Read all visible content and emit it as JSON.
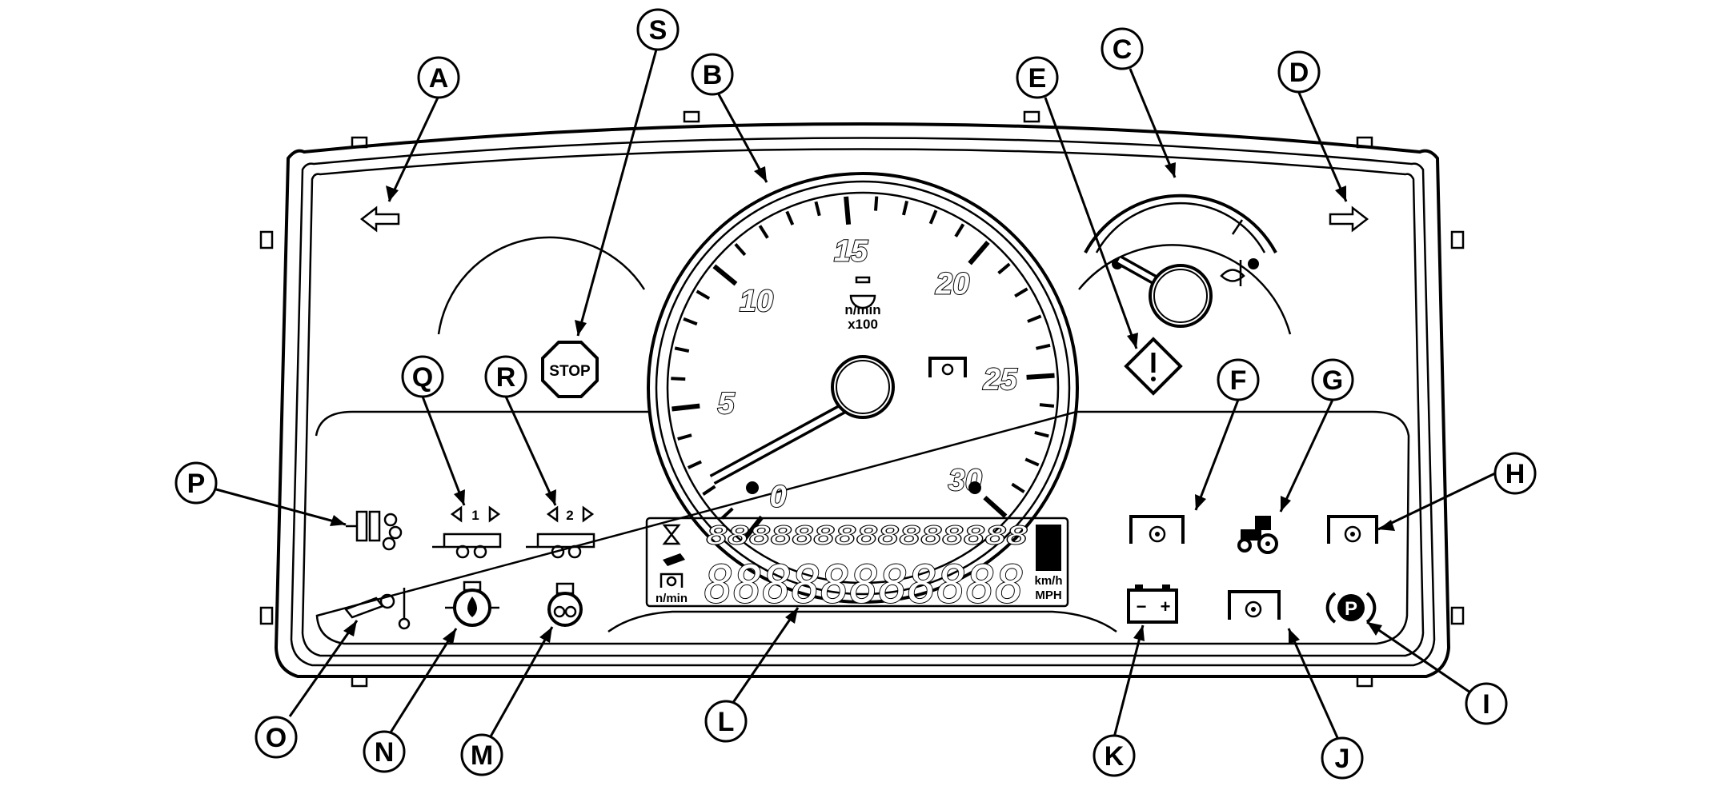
{
  "callouts": {
    "A": "A",
    "B": "B",
    "C": "C",
    "D": "D",
    "E": "E",
    "F": "F",
    "G": "G",
    "H": "H",
    "I": "I",
    "J": "J",
    "K": "K",
    "L": "L",
    "M": "M",
    "N": "N",
    "O": "O",
    "P": "P",
    "Q": "Q",
    "R": "R",
    "S": "S"
  },
  "tachometer": {
    "scale_labels": [
      "0",
      "5",
      "10",
      "15",
      "20",
      "25",
      "30"
    ],
    "unit_line1": "n/min",
    "unit_line2": "x100"
  },
  "stop_label": "STOP",
  "trailer1_label": "1",
  "trailer2_label": "2",
  "lcd": {
    "top_row": "888888888888888",
    "bottom_row": "88888888888",
    "unit_kmh": "km/h",
    "unit_mph": "MPH",
    "rpm_label": "n/min"
  },
  "park_label": "P",
  "battery_minus": "−",
  "battery_plus": "+"
}
